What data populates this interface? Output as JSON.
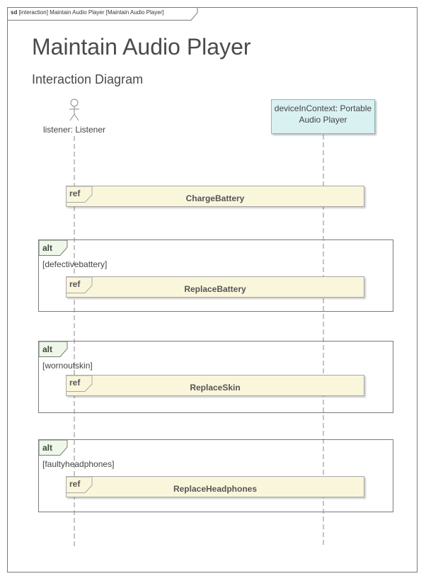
{
  "frame": {
    "kind": "sd",
    "heading": "[interaction] Maintain Audio Player [Maintain Audio Player]"
  },
  "diagram": {
    "title": "Maintain Audio Player",
    "subtitle": "Interaction Diagram"
  },
  "participants": {
    "actor": {
      "label": "listener: Listener",
      "icon": "stick-figure-icon"
    },
    "device": {
      "label_line1": "deviceInContext: Portable",
      "label_line2": "Audio Player"
    }
  },
  "refs": {
    "charge": {
      "keyword": "ref",
      "name": "ChargeBattery"
    },
    "battery": {
      "keyword": "ref",
      "name": "ReplaceBattery"
    },
    "skin": {
      "keyword": "ref",
      "name": "ReplaceSkin"
    },
    "headphones": {
      "keyword": "ref",
      "name": "ReplaceHeadphones"
    }
  },
  "fragments": {
    "battery": {
      "keyword": "alt",
      "guard": "[defectivebattery]"
    },
    "skin": {
      "keyword": "alt",
      "guard": "[wornoutskin]"
    },
    "headphones": {
      "keyword": "alt",
      "guard": "[faultyheadphones]"
    }
  },
  "colors": {
    "ref_fill": "#faf6dc",
    "lifeline_fill": "#daf1f2",
    "alt_tab_fill": "#eef8e8",
    "frame_border": "#7a7a7a"
  }
}
